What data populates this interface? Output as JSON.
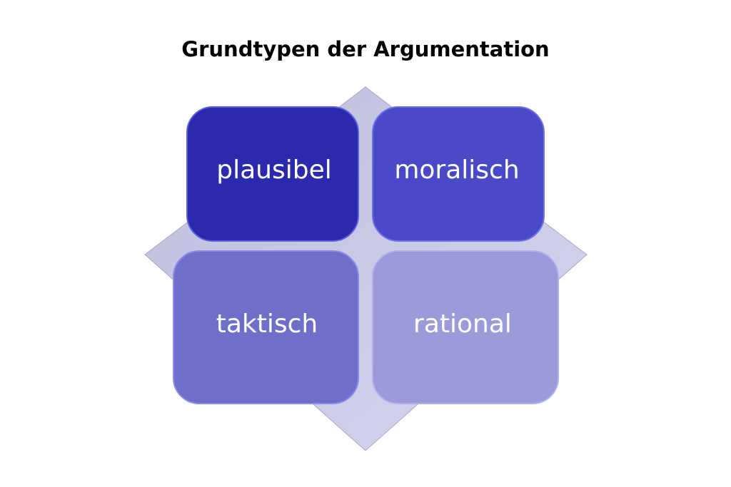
{
  "title": "Grundtypen der Argumentation",
  "quadrants": [
    {
      "label": "plausibel",
      "color": "#2b2aae"
    },
    {
      "label": "moralisch",
      "color": "#4a4ac8"
    },
    {
      "label": "taktisch",
      "color": "#6f6fc9"
    },
    {
      "label": "rational",
      "color": "#9c9bd9"
    }
  ],
  "background_diamond_color": "#c9c9e5"
}
